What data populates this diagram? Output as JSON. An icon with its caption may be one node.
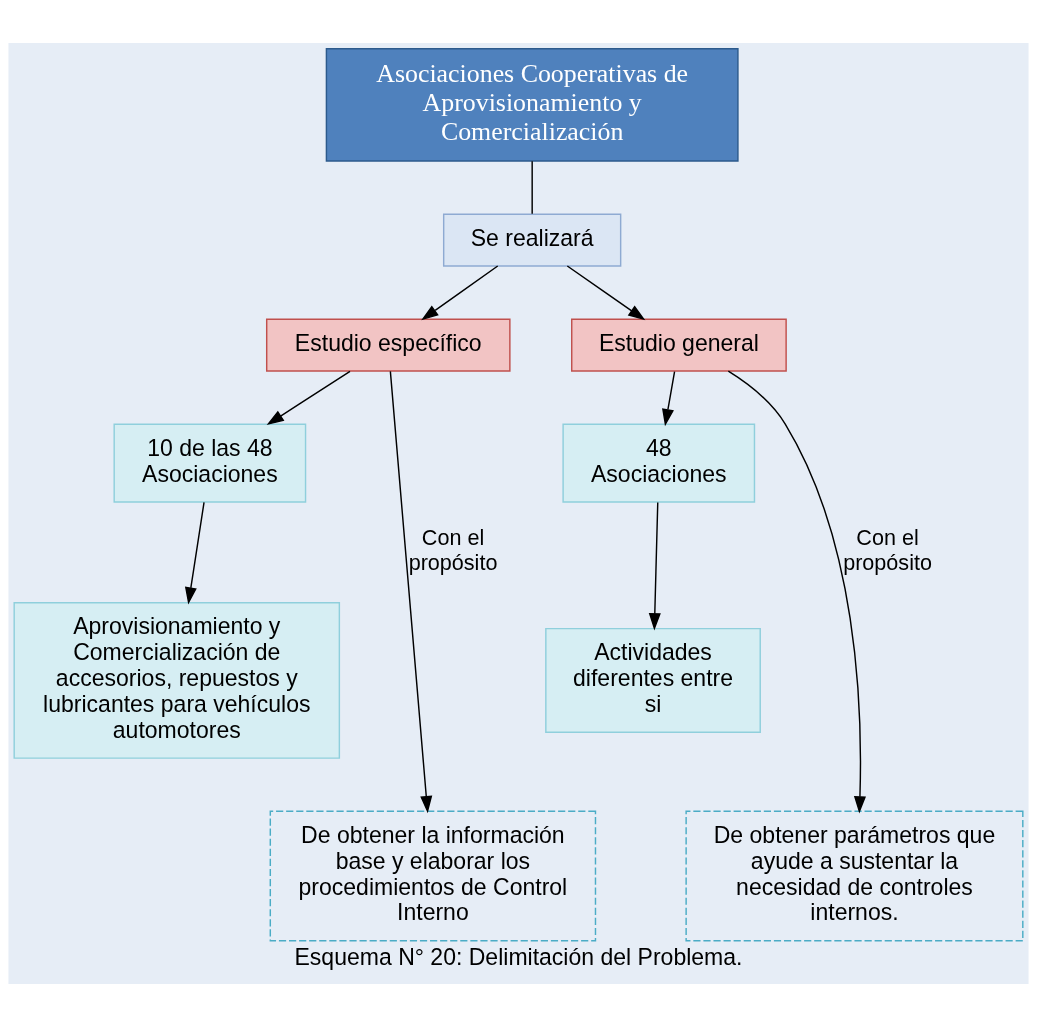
{
  "diagram": {
    "caption": "Esquema N° 20: Delimitación del Problema.",
    "nodes": [
      {
        "text": [
          "Asociaciones Cooperativas de Aprovisionamiento y Comercialización"
        ]
      },
      {
        "text": [
          "Se realizará"
        ]
      },
      {
        "text": [
          "Estudio específico"
        ]
      },
      {
        "text": [
          "Estudio general"
        ]
      },
      {
        "text": [
          "10 de las 48 Asociaciones"
        ]
      },
      {
        "text": [
          "48 Asociaciones"
        ]
      },
      {
        "text": [
          "Aprovisionamiento y Comercialización de accesorios, repuestos y lubricantes para vehículos automotores"
        ]
      },
      {
        "text": [
          "Actividades diferentes entre si"
        ]
      },
      {
        "text": [
          "De obtener la información base y elaborar los procedimientos de Control Interno"
        ]
      },
      {
        "text": [
          "De obtener parámetros que ayude a sustentar la necesidad de controles internos."
        ]
      }
    ],
    "edges": [
      {
        "from": 0,
        "to": 1,
        "arrow": "none"
      },
      {
        "from": 1,
        "to": 2,
        "arrow": "to"
      },
      {
        "from": 1,
        "to": 3,
        "arrow": "to"
      },
      {
        "from": 2,
        "to": 4,
        "arrow": "to"
      },
      {
        "from": 4,
        "to": 6,
        "arrow": "to"
      },
      {
        "from": 3,
        "to": 5,
        "arrow": "to"
      },
      {
        "from": 5,
        "to": 7,
        "arrow": "to"
      },
      {
        "from": 2,
        "to": 8,
        "arrow": "to",
        "label": "Con el propósito"
      },
      {
        "from": 3,
        "to": 9,
        "arrow": "to",
        "label": "Con el propósito"
      }
    ]
  }
}
